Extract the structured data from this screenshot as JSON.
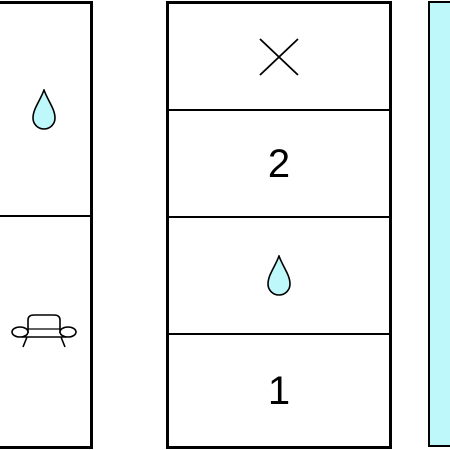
{
  "board": {
    "left_column": {
      "cells": [
        {
          "type": "icon",
          "icon": "water-drop-icon"
        },
        {
          "type": "icon",
          "icon": "sofa-icon"
        }
      ]
    },
    "middle_column": {
      "cells": [
        {
          "type": "icon",
          "icon": "cross-icon"
        },
        {
          "type": "text",
          "label": "2"
        },
        {
          "type": "icon",
          "icon": "water-drop-icon"
        },
        {
          "type": "text",
          "label": "1"
        }
      ]
    },
    "right_column": {
      "cells": [
        {
          "type": "fill",
          "color": "#bff8fb"
        }
      ]
    }
  },
  "colors": {
    "border": "#000000",
    "drop_fill": "#bff8fb",
    "panel_fill": "#bff8fb",
    "background": "#ffffff"
  }
}
